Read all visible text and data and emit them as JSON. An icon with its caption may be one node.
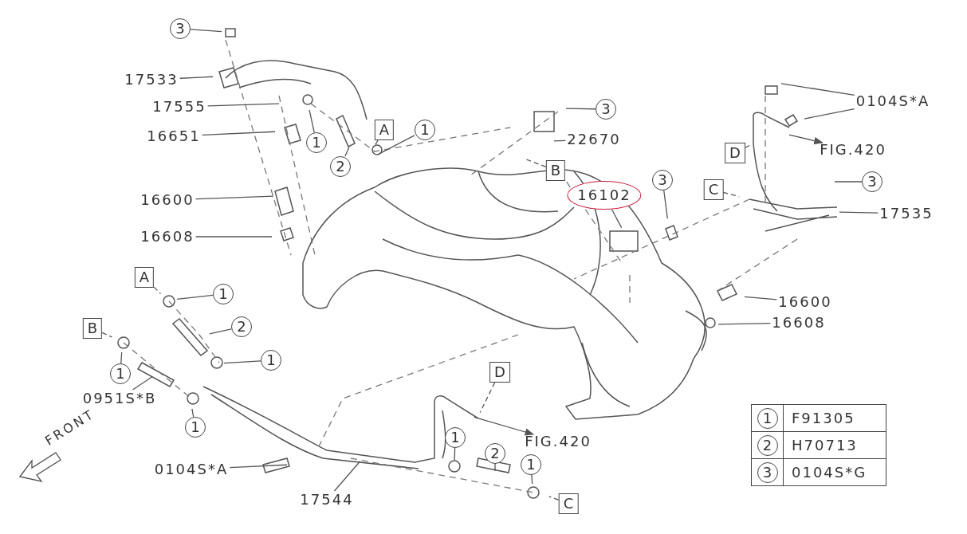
{
  "diagram": {
    "nodes": [
      {
        "text": [
          "3"
        ]
      },
      {
        "text": [
          "17533"
        ]
      },
      {
        "text": [
          "17555"
        ]
      },
      {
        "text": [
          "16651"
        ]
      },
      {
        "text": [
          "1"
        ]
      },
      {
        "text": [
          "2"
        ]
      },
      {
        "text": [
          "A"
        ]
      },
      {
        "text": [
          "1"
        ]
      },
      {
        "text": [
          "3"
        ]
      },
      {
        "text": [
          "22670"
        ]
      },
      {
        "text": [
          "B"
        ]
      },
      {
        "text": [
          "16600"
        ]
      },
      {
        "text": [
          "16608"
        ]
      },
      {
        "text": [
          "16102"
        ]
      },
      {
        "text": [
          "3"
        ]
      },
      {
        "text": [
          "0104S*A"
        ]
      },
      {
        "text": [
          "FIG.420"
        ]
      },
      {
        "text": [
          "D"
        ]
      },
      {
        "text": [
          "C"
        ]
      },
      {
        "text": [
          "3"
        ]
      },
      {
        "text": [
          "17535"
        ]
      },
      {
        "text": [
          "16600"
        ]
      },
      {
        "text": [
          "16608"
        ]
      },
      {
        "text": [
          "A"
        ]
      },
      {
        "text": [
          "1"
        ]
      },
      {
        "text": [
          "2"
        ]
      },
      {
        "text": [
          "B"
        ]
      },
      {
        "text": [
          "1"
        ]
      },
      {
        "text": [
          "1"
        ]
      },
      {
        "text": [
          "0951S*B"
        ]
      },
      {
        "text": [
          "1"
        ]
      },
      {
        "text": [
          "D"
        ]
      },
      {
        "text": [
          "FIG.420"
        ]
      },
      {
        "text": [
          "1"
        ]
      },
      {
        "text": [
          "2"
        ]
      },
      {
        "text": [
          "1"
        ]
      },
      {
        "text": [
          "C"
        ]
      },
      {
        "text": [
          "0104S*A"
        ]
      },
      {
        "text": [
          "17544"
        ]
      }
    ],
    "edges": [
      {
        "from": 0,
        "to": null,
        "arrow": "none"
      },
      {
        "from": 1,
        "to": null,
        "arrow": "none"
      },
      {
        "from": 2,
        "to": null,
        "arrow": "none"
      },
      {
        "from": 3,
        "to": null,
        "arrow": "none"
      },
      {
        "from": 4,
        "to": null,
        "arrow": "none"
      },
      {
        "from": 5,
        "to": null,
        "arrow": "none"
      },
      {
        "from": 7,
        "to": null,
        "arrow": "none"
      },
      {
        "from": 8,
        "to": null,
        "arrow": "none"
      },
      {
        "from": 9,
        "to": null,
        "arrow": "none"
      },
      {
        "from": 11,
        "to": null,
        "arrow": "none"
      },
      {
        "from": 12,
        "to": null,
        "arrow": "none"
      },
      {
        "from": 13,
        "to": null,
        "arrow": "none"
      },
      {
        "from": 14,
        "to": null,
        "arrow": "none"
      },
      {
        "from": 15,
        "to": null,
        "arrow": "none"
      },
      {
        "from": 15,
        "to": null,
        "arrow": "none"
      },
      {
        "from": null,
        "to": 16,
        "arrow": "to"
      },
      {
        "from": 19,
        "to": null,
        "arrow": "none"
      },
      {
        "from": 20,
        "to": null,
        "arrow": "none"
      },
      {
        "from": 21,
        "to": null,
        "arrow": "none"
      },
      {
        "from": 22,
        "to": null,
        "arrow": "none"
      },
      {
        "from": 24,
        "to": null,
        "arrow": "none"
      },
      {
        "from": 25,
        "to": null,
        "arrow": "none"
      },
      {
        "from": 27,
        "to": null,
        "arrow": "none"
      },
      {
        "from": 28,
        "to": null,
        "arrow": "none"
      },
      {
        "from": 29,
        "to": null,
        "arrow": "none"
      },
      {
        "from": 30,
        "to": null,
        "arrow": "none"
      },
      {
        "from": null,
        "to": 32,
        "arrow": "to"
      },
      {
        "from": 33,
        "to": null,
        "arrow": "none"
      },
      {
        "from": 34,
        "to": null,
        "arrow": "none"
      },
      {
        "from": 35,
        "to": null,
        "arrow": "none"
      },
      {
        "from": 37,
        "to": null,
        "arrow": "none"
      },
      {
        "from": 38,
        "to": null,
        "arrow": "none"
      },
      {
        "from": 6,
        "to": null,
        "arrow": "none",
        "style": "dashed"
      },
      {
        "from": 10,
        "to": null,
        "arrow": "none",
        "style": "dashed"
      },
      {
        "from": 17,
        "to": null,
        "arrow": "none",
        "style": "dashed"
      },
      {
        "from": 18,
        "to": null,
        "arrow": "none",
        "style": "dashed"
      },
      {
        "from": 23,
        "to": null,
        "arrow": "none",
        "style": "dashed"
      },
      {
        "from": 26,
        "to": null,
        "arrow": "none",
        "style": "dashed"
      },
      {
        "from": 31,
        "to": null,
        "arrow": "none",
        "style": "dashed"
      },
      {
        "from": 36,
        "to": null,
        "arrow": "none",
        "style": "dashed"
      }
    ],
    "labels": [
      "FRONT",
      "1",
      "F91305",
      "2",
      "H70713",
      "3",
      "0104S*G"
    ]
  }
}
